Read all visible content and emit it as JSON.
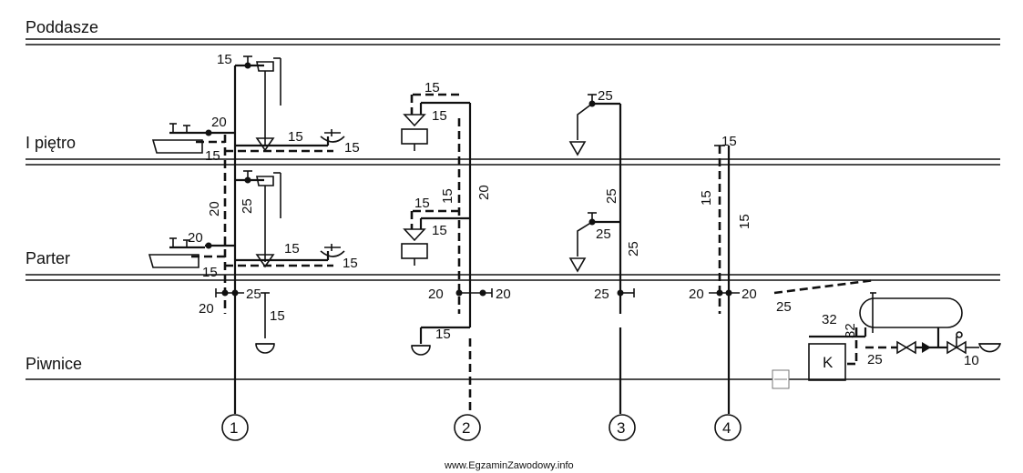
{
  "floors": {
    "attic": "Poddasze",
    "first_floor": "I piętro",
    "ground_floor": "Parter",
    "basement": "Piwnice"
  },
  "risers": [
    {
      "number": "1"
    },
    {
      "number": "2"
    },
    {
      "number": "3"
    },
    {
      "number": "4"
    }
  ],
  "riser1": {
    "top": "15",
    "f1_branch": "20",
    "f1_tub": "15",
    "f1_right": "15",
    "f1_sink": "15",
    "upper_dashed": "20",
    "upper_solid": "25",
    "g_branch": "20",
    "g_tub": "15",
    "g_right": "15",
    "g_sink": "15",
    "base_solid": "25",
    "base_dashed": "20",
    "drain": "15"
  },
  "riser2": {
    "f1_top": "15",
    "f1_fixture": "15",
    "g_top": "15",
    "g_fixture": "15",
    "dashed": "15",
    "solid": "20",
    "base_left": "20",
    "base_right": "20",
    "drain": "15"
  },
  "riser3": {
    "top": "25",
    "g_branch": "25",
    "upper": "25",
    "lower": "25",
    "base": "25"
  },
  "riser4": {
    "top": "15",
    "dashed": "15",
    "solid": "15",
    "base_left": "20",
    "base_right": "20"
  },
  "heater": {
    "boiler_label": "K",
    "from_riser": "25",
    "supply_a": "32",
    "supply_b": "32",
    "return": "25",
    "mains": "10"
  },
  "watermark": "www.EgzaminZawodowy.info"
}
